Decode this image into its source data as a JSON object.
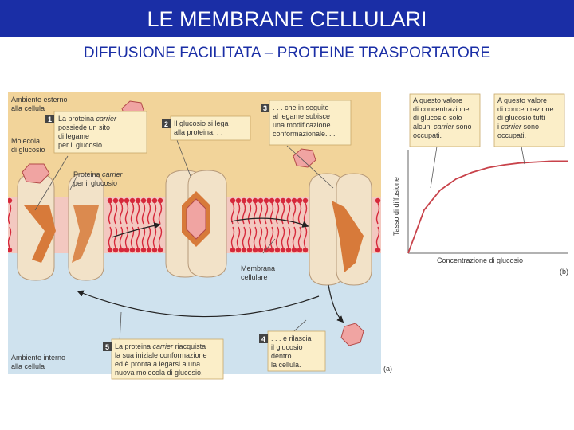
{
  "header": {
    "title": "LE MEMBRANE CELLULARI"
  },
  "subtitle": "DIFFUSIONE FACILITATA – PROTEINE TRASPORTATORE",
  "diagram_a": {
    "panel_label": "(a)",
    "outside_label": [
      "Ambiente esterno",
      "alla cellula"
    ],
    "glucose_label": [
      "Molecola",
      "di glucosio"
    ],
    "carrier_label": [
      "Proteina carrier",
      "per il glucosio"
    ],
    "membrane_label": [
      "Membrana",
      "cellulare"
    ],
    "inside_label": [
      "Ambiente interno",
      "alla cellula"
    ],
    "steps": [
      {
        "n": "1",
        "lines": [
          "La proteina carrier",
          "possiede un sito",
          "di legame",
          "per il glucosio."
        ]
      },
      {
        "n": "2",
        "lines": [
          "Il glucosio si lega",
          "alla proteina. . ."
        ]
      },
      {
        "n": "3",
        "lines": [
          ". . . che in seguito",
          "al legame subisce",
          "una modificazione",
          "conformazionale. . ."
        ]
      },
      {
        "n": "4",
        "lines": [
          ". . . e rilascia",
          "il glucosio",
          "dentro",
          "la cellula."
        ]
      },
      {
        "n": "5",
        "lines": [
          "La proteina carrier riacquista",
          "la sua iniziale conformazione",
          "ed è pronta a legarsi a una",
          "nuova molecola di glucosio."
        ]
      }
    ]
  },
  "diagram_b": {
    "panel_label": "(b)",
    "ylabel": "Tasso di diffusione",
    "xlabel": "Concentrazione di glucosio",
    "note_left": [
      "A questo valore",
      "di concentrazione",
      "di glucosio solo",
      "alcuni carrier sono",
      "occupati."
    ],
    "note_right": [
      "A questo valore",
      "di concentrazione",
      "di glucosio tutti",
      "i carrier sono",
      "occupati."
    ]
  },
  "colors": {
    "title_bar": "#1a2ea6",
    "outside": "#f2d49a",
    "inside": "#cfe2ee",
    "lipid": "#d6283a",
    "protein": "#f2e2c8",
    "glucose": "#f0a4a2",
    "site": "#d77a3a",
    "curve": "#c8424a",
    "note_box": "#fbeec8",
    "step_num": "#444444"
  },
  "chart_data": {
    "type": "line",
    "xlabel": "Concentrazione di glucosio",
    "ylabel": "Tasso di diffusione",
    "x": [
      0,
      1,
      2,
      3,
      4,
      5,
      6,
      7,
      8,
      9,
      10
    ],
    "y": [
      0,
      0.46,
      0.67,
      0.79,
      0.86,
      0.91,
      0.94,
      0.96,
      0.97,
      0.98,
      0.98
    ],
    "grid": false
  }
}
